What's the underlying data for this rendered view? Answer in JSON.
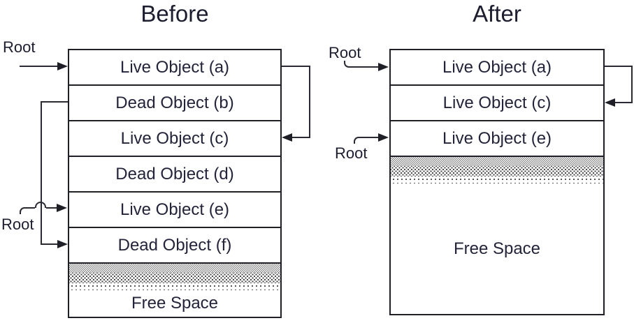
{
  "before": {
    "title": "Before",
    "blocks": [
      {
        "label": "Live Object (a)",
        "type": "live"
      },
      {
        "label": "Dead Object (b)",
        "type": "dead"
      },
      {
        "label": "Live Object (c)",
        "type": "live"
      },
      {
        "label": "Dead Object (d)",
        "type": "dead"
      },
      {
        "label": "Live Object (e)",
        "type": "live"
      },
      {
        "label": "Dead Object (f)",
        "type": "dead"
      }
    ],
    "free_space_label": "Free Space",
    "roots": [
      {
        "label": "Root"
      },
      {
        "label": "Root"
      }
    ],
    "pointers": [
      {
        "from": "Root",
        "to": "Live Object (a)"
      },
      {
        "from": "Live Object (a)",
        "to": "Live Object (c)"
      },
      {
        "from": "Dead Object (b)",
        "to": "Dead Object (f)"
      },
      {
        "from": "Root",
        "to": "Live Object (e)"
      }
    ]
  },
  "after": {
    "title": "After",
    "blocks": [
      {
        "label": "Live Object (a)",
        "type": "live"
      },
      {
        "label": "Live Object (c)",
        "type": "live"
      },
      {
        "label": "Live Object (e)",
        "type": "live"
      }
    ],
    "free_space_label": "Free Space",
    "roots": [
      {
        "label": "Root"
      },
      {
        "label": "Root"
      }
    ],
    "pointers": [
      {
        "from": "Root",
        "to": "Live Object (a)"
      },
      {
        "from": "Live Object (a)",
        "to": "Live Object (c)"
      },
      {
        "from": "Root",
        "to": "Live Object (e)"
      }
    ]
  },
  "colors": {
    "line": "#2a2a35",
    "text": "#23233a",
    "background": "#ffffff"
  }
}
